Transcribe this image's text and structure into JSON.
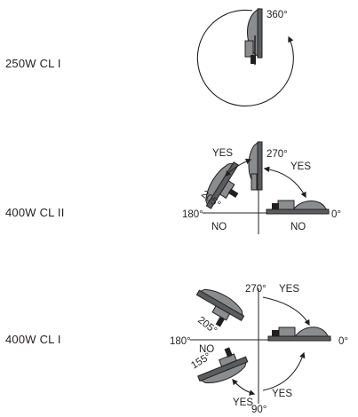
{
  "rows": [
    {
      "label": "250W CL I",
      "angles": {
        "a360": "360°"
      }
    },
    {
      "label": "400W CL II",
      "angles": {
        "a270": "270°",
        "a205": "205°",
        "a180": "180°",
        "a0": "0°"
      },
      "zones": {
        "yes_left": "YES",
        "yes_right": "YES",
        "no_left": "NO",
        "no_right": "NO"
      }
    },
    {
      "label": "400W CL I",
      "angles": {
        "a270": "270°",
        "a205": "205°",
        "a180": "180°",
        "a155": "155°",
        "a0": "0°",
        "a90": "90°"
      },
      "zones": {
        "yes_top": "YES",
        "no_mid": "NO",
        "yes_bottom_right": "YES",
        "yes_bottom": "YES"
      }
    }
  ]
}
